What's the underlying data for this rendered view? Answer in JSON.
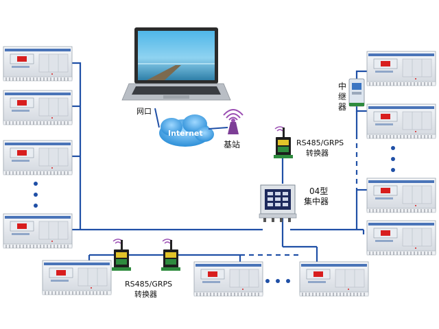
{
  "labels": {
    "network_port": "网口",
    "internet": "Internet",
    "base_station": "基站",
    "converter_top_line1": "RS485/GRPS",
    "converter_top_line2": "转换器",
    "concentrator_line1": "04型",
    "concentrator_line2": "集中器",
    "repeater": "中继器",
    "converter_bottom_line1": "RS485/GRPS",
    "converter_bottom_line2": "转换器"
  },
  "colors": {
    "bus_line": "#1f4fa6",
    "cloud": "#3fa0e0",
    "meter_body": "#e6e9ee",
    "meter_strip": "#4a74b8",
    "display_red": "#d81e1e",
    "converter_green": "#2e8b3e",
    "antenna_purple": "#9b4fb3"
  }
}
